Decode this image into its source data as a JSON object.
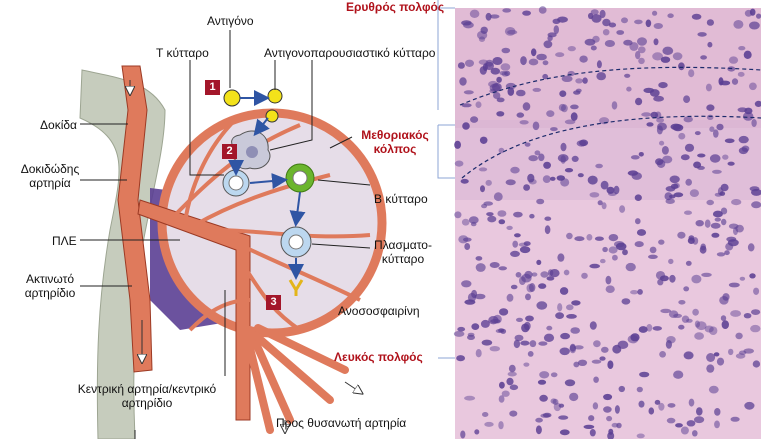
{
  "labels": {
    "antigen": "Αντιγόνο",
    "t_cell": "T κύτταρο",
    "apc": "Αντιγονοπαρουσιαστικό κύτταρο",
    "trabecula": "Δοκίδα",
    "trabecular_artery_1": "Δοκιδώδης",
    "trabecular_artery_2": "αρτηρία",
    "pals": "ΠΛΕ",
    "penicillar_1": "Ακτινωτό",
    "penicillar_2": "αρτηρίδιο",
    "central_1": "Κεντρική αρτηρία/κεντρικό",
    "central_2": "αρτηρίδιο",
    "to_red_pulp": "Προς θυσανωτή αρτηρία",
    "b_cell": "B κύτταρο",
    "plasma_1": "Πλασματο-",
    "plasma_2": "κύτταρο",
    "antibody": "Ανοσοσφαιρίνη",
    "red_pulp": "Ερυθρός πολφός",
    "marginal_1": "Μεθοριακός",
    "marginal_2": "κόλπος",
    "white_pulp": "Λευκός πολφός"
  },
  "steps": [
    "1",
    "2",
    "3"
  ],
  "colors": {
    "artery": "#df7a5c",
    "artery_stroke": "#9c3a24",
    "follicle_bg": "#e6dde8",
    "pals": "#5b3f93",
    "trabecula": "#c6ccbd",
    "step_box": "#a3162a",
    "highlight_text": "#b0121b",
    "arrow": "#2f55a4",
    "antigen": "#f3e21a",
    "b_cell_ring": "#6bb52d",
    "stain_bg": "#e9c8de",
    "nucleus": "#5b3f93",
    "guide_line": "#8da6d6"
  }
}
